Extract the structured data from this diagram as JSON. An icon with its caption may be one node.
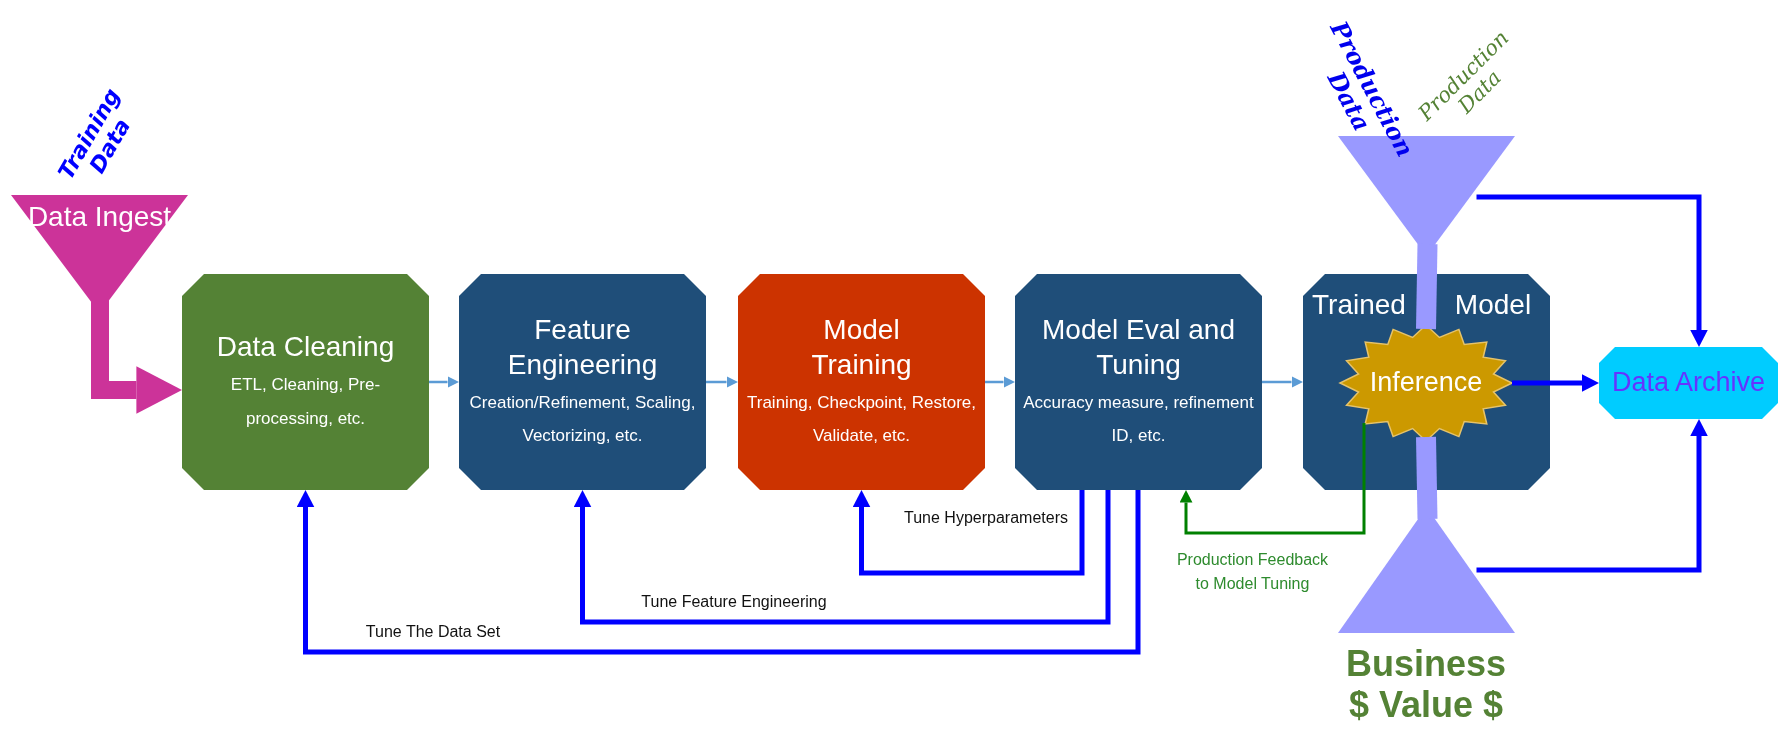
{
  "diagram": {
    "nodes": [
      {
        "text": [
          "Data Ingest"
        ],
        "beside": [
          "Training Data"
        ]
      },
      {
        "text": [
          "Data Cleaning",
          "ETL, Cleaning, Pre-processing, etc."
        ]
      },
      {
        "text": [
          "Feature Engineering",
          "Creation/Refinement, Scaling, Vectorizing, etc."
        ]
      },
      {
        "text": [
          "Model Training",
          "Training, Checkpoint, Restore, Validate, etc."
        ]
      },
      {
        "text": [
          "Model Eval and Tuning",
          "Accuracy measure, refinement ID, etc."
        ]
      },
      {
        "text": [
          "Trained",
          "Model"
        ]
      },
      {
        "text": [
          "Inference"
        ],
        "in": 5
      },
      {
        "text": [],
        "shape": "funnel",
        "beside": [
          "Production Data",
          "Production Data"
        ]
      },
      {
        "text": [],
        "shape": "funnel",
        "beside": [
          "Business $ Value $"
        ]
      },
      {
        "text": [
          "Data Archive"
        ]
      }
    ],
    "edges": [
      {
        "from": 0,
        "to": 1,
        "arrow": "to",
        "style": "thick",
        "color": "#cc3399"
      },
      {
        "from": 1,
        "to": 2,
        "arrow": "to",
        "color": "#5b9bd5"
      },
      {
        "from": 2,
        "to": 3,
        "arrow": "to",
        "color": "#5b9bd5"
      },
      {
        "from": 3,
        "to": 4,
        "arrow": "to",
        "color": "#5b9bd5"
      },
      {
        "from": 4,
        "to": 5,
        "arrow": "to",
        "color": "#5b9bd5"
      },
      {
        "from": 4,
        "to": 3,
        "arrow": "to",
        "label": "Tune Hyperparameters"
      },
      {
        "from": 4,
        "to": 2,
        "arrow": "to",
        "label": "Tune Feature Engineering"
      },
      {
        "from": 4,
        "to": 1,
        "arrow": "to",
        "label": "Tune The Data Set"
      },
      {
        "from": 6,
        "to": 4,
        "arrow": "to",
        "label": "Production Feedback to Model Tuning",
        "color": "#008000"
      },
      {
        "from": 6,
        "to": 9,
        "arrow": "to"
      },
      {
        "from": 7,
        "to": 9,
        "arrow": "to"
      },
      {
        "from": 8,
        "to": 9,
        "arrow": "to"
      },
      {
        "from": 7,
        "to": 6,
        "arrow": "none",
        "style": "thick",
        "color": "#9999ff"
      },
      {
        "from": 6,
        "to": 8,
        "arrow": "none",
        "style": "thick",
        "color": "#9999ff"
      }
    ]
  }
}
